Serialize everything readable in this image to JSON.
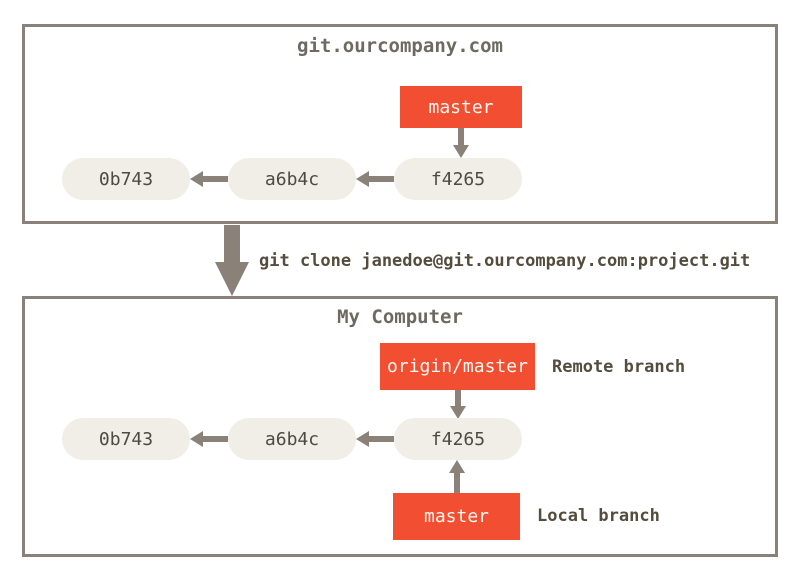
{
  "colors": {
    "accent_red": "#F14E32",
    "frame_and_arrow": "#8A8178",
    "commit_pill_fill": "#F0EEE6",
    "commit_pill_text": "#4D4A43",
    "title_text": "#6E6961",
    "command_text": "#544C3C",
    "branch_label_text": "#FFF9F4"
  },
  "remote_server": {
    "title": "git.ourcompany.com",
    "branch_label": "master",
    "commits": [
      "0b743",
      "a6b4c",
      "f4265"
    ]
  },
  "clone_command": "git clone janedoe@git.ourcompany.com:project.git",
  "my_computer": {
    "title": "My Computer",
    "remote_branch_label": "origin/master",
    "remote_branch_annotation": "Remote branch",
    "local_branch_label": "master",
    "local_branch_annotation": "Local branch",
    "commits": [
      "0b743",
      "a6b4c",
      "f4265"
    ]
  }
}
